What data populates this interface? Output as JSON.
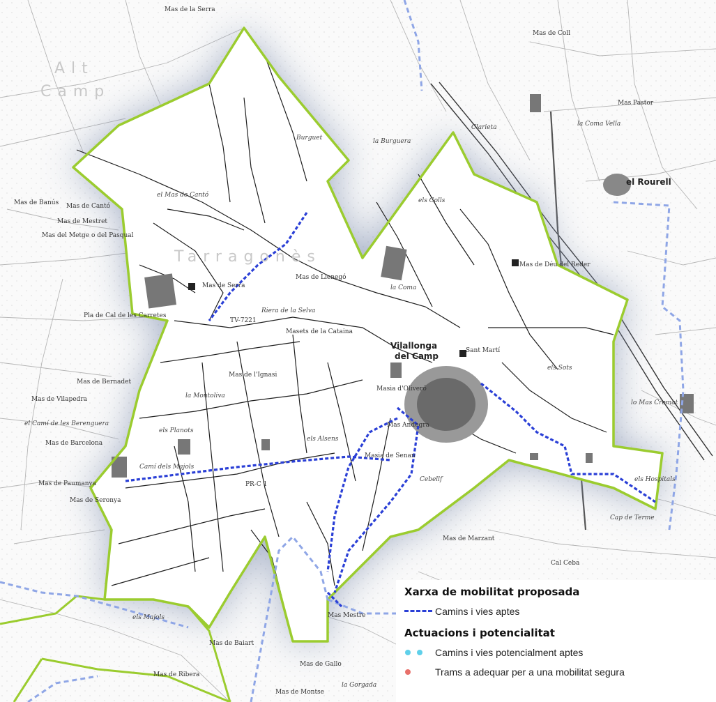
{
  "map": {
    "colors": {
      "boundary": "#9bcc2f",
      "proposed_route": "#2a3fd6",
      "potential_route": "#8fa6e6",
      "potential_dot": "#5fd0ea",
      "adapt_dot": "#e8706a",
      "roads": "#222222",
      "base": "#9a9a9a"
    },
    "labels": {
      "region_alt": "Alt",
      "region_camp": "Camp",
      "region_tarragones": "Tarragonès",
      "town": "Vilallonga",
      "town2": "del Camp",
      "sant_marti": "Sant Martí",
      "el_rourell": "el Rourell",
      "mas_de_serra_top": "Mas de la Serra",
      "mas_de_coll": "Mas de Coll",
      "mas_pastor": "Mas Pastor",
      "la_coma_vella": "la Coma Vella",
      "la_burguera": "la Burguera",
      "burguet": "Burguet",
      "clarieta": "Clarieta",
      "mas_de_canto": "Mas de Cantó",
      "el_mas_de_canto": "el Mas de Cantó",
      "mas_de_banus": "Mas de Banús",
      "mas_de_mestret": "Mas de Mestret",
      "mas_metge": "Mas del Metge o del Pasqual",
      "els_colls": "els Colls",
      "la_coma": "la Coma",
      "mas_de_serra": "Mas de Serra",
      "mas_de_llenego": "Mas de Llenegó",
      "riera_de_la_selva": "Riera de la Selva",
      "masets_de_la_cataina": "Masets de la Cataina",
      "pla_de_carretes": "Pla de Cal de les Carretes",
      "tv_7221": "TV-7221",
      "mas_de_reder": "Mas de Déu del Reder",
      "mas_de_fignasi": "Mas de l'Ignasi",
      "la_montoliva": "la Montoliva",
      "els_planots": "els Planots",
      "els_sots": "els Sots",
      "lo_mas_cremat": "lo Mas Cremat",
      "els_alsens": "els Alsens",
      "masia_clivero": "Masia d'Oliveró",
      "mas_andegra": "Mas Andegra",
      "masia_de_senan": "Masia de Senan",
      "cebellf": "Cebellf",
      "cami_dels_majols": "Camí dels Majols",
      "pr_c1": "PR-C 1",
      "els_majols": "els Majols",
      "mas_de_marzant": "Mas de Marzant",
      "mas_mestre": "Mas Mestre",
      "mas_de_baiart": "Mas de Baiart",
      "mas_de_barcelona": "Mas de Barcelona",
      "mas_de_seronya": "Mas de Seronya",
      "mas_de_paumanya": "Mas de Paumanya",
      "mas_de_bernadet": "Mas de Bernadet",
      "mas_de_vilapedra": "Mas de Vilapedra",
      "cami_berenguera": "el Camí de les Berenguera",
      "els_hospitals": "els Hospitals",
      "cap_de_terme": "Cap de Terme",
      "la_gorgada": "la Gorgada",
      "cal_ceba": "Cal Ceba",
      "mas_de_gallo": "Mas de Gallo",
      "mas_de_ribera": "Mas de Ribera",
      "mas_de_montse": "Mas de Montse"
    }
  },
  "legend": {
    "heading_proposed": "Xarxa de mobilitat proposada",
    "item_routes": "Camins i vies aptes",
    "heading_actions": "Actuacions i potencialitat",
    "item_potential": "Camins i vies potencialment aptes",
    "item_adapt": "Trams a adequar per a una mobilitat segura"
  }
}
